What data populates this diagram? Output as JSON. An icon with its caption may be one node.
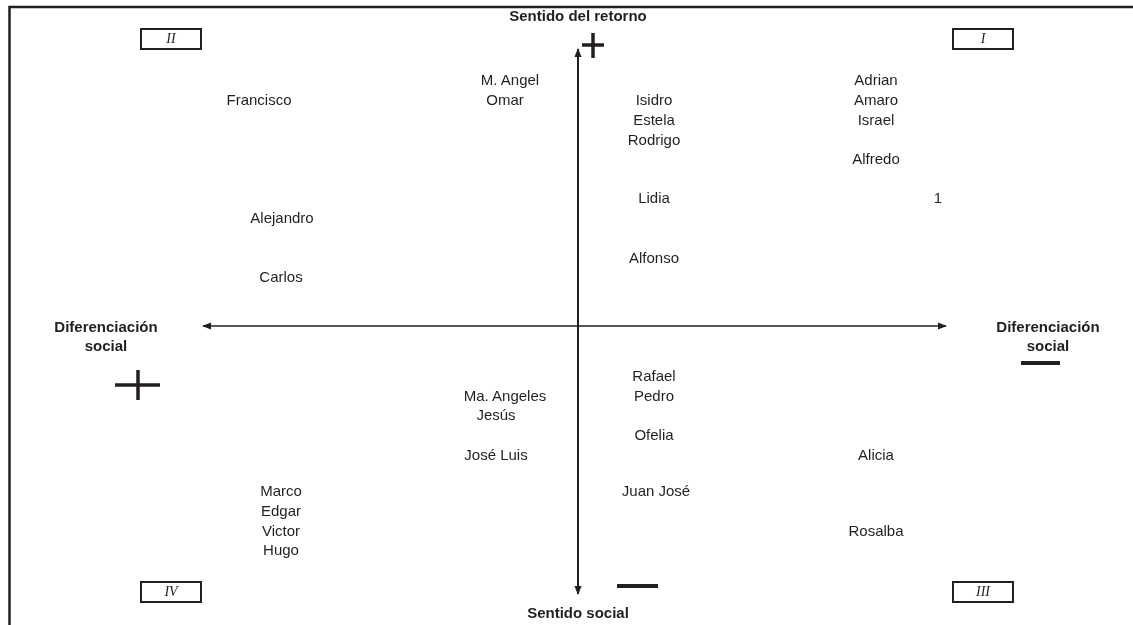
{
  "diagram": {
    "nodes": [
      {
        "text": [
          "II"
        ]
      },
      {
        "text": [
          "I"
        ]
      },
      {
        "text": [
          "IV"
        ]
      },
      {
        "text": [
          "III"
        ]
      }
    ],
    "labels": [
      "Sentido del retorno",
      "M. Angel",
      "Adrian",
      "Francisco",
      "Omar",
      "Isidro",
      "Amaro",
      "Estela",
      "Israel",
      "Rodrigo",
      "Alfredo",
      "Lidia",
      "1",
      "Alejandro",
      "Alfonso",
      "Carlos",
      "Diferenciación social",
      "Diferenciación social",
      "Rafael",
      "Ma. Angeles",
      "Pedro",
      "Jesús",
      "Ofelia",
      "José Luis",
      "Alicia",
      "Marco",
      "Juan José",
      "Edgar",
      "Victor",
      "Rosalba",
      "Hugo",
      "Sentido social"
    ]
  }
}
